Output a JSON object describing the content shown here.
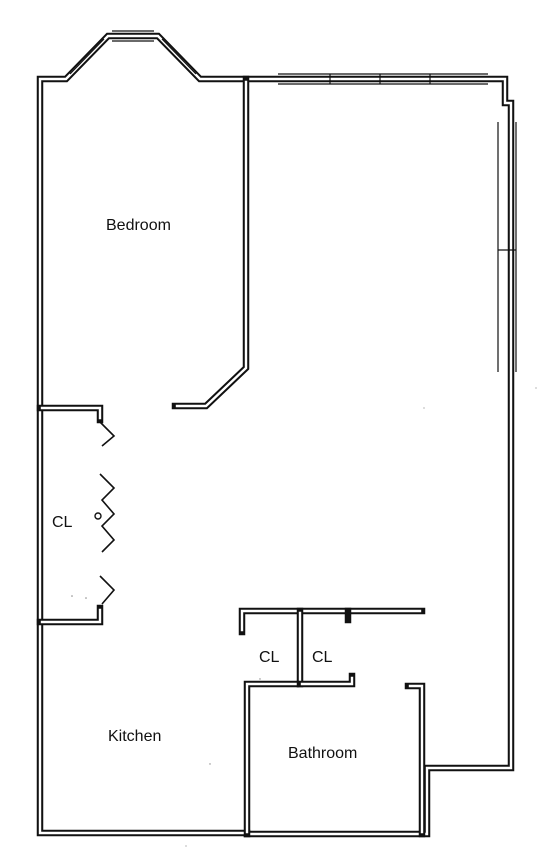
{
  "rooms": {
    "bedroom": "Bedroom",
    "closet_left": "CL",
    "closet_mid_a": "CL",
    "closet_mid_b": "CL",
    "kitchen": "Kitchen",
    "bathroom": "Bathroom"
  }
}
